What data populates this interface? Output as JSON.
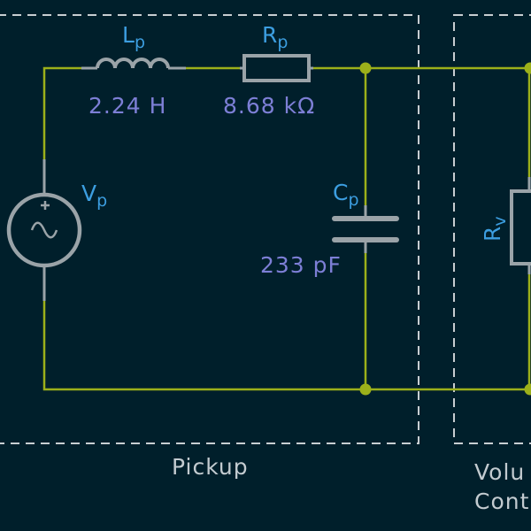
{
  "colors": {
    "background": "#001f2b",
    "wire": "#9cb01a",
    "component": "#9aa3a8",
    "reference": "#3c9ee0",
    "value": "#7d7fd6",
    "block_border": "#c8ced2",
    "block_label": "#c3cbd0"
  },
  "components": {
    "source": {
      "ref": "V",
      "sub": "p"
    },
    "inductor": {
      "ref": "L",
      "sub": "p",
      "value": "2.24 H"
    },
    "resistor": {
      "ref": "R",
      "sub": "p",
      "value": "8.68 kΩ"
    },
    "capacitor": {
      "ref": "C",
      "sub": "p",
      "value": "233 pF"
    },
    "volume_resistor": {
      "ref": "R",
      "sub": "v"
    }
  },
  "blocks": {
    "pickup": {
      "label": "Pickup"
    },
    "volume": {
      "label_line1": "Volu",
      "label_line2": "Cont"
    }
  }
}
